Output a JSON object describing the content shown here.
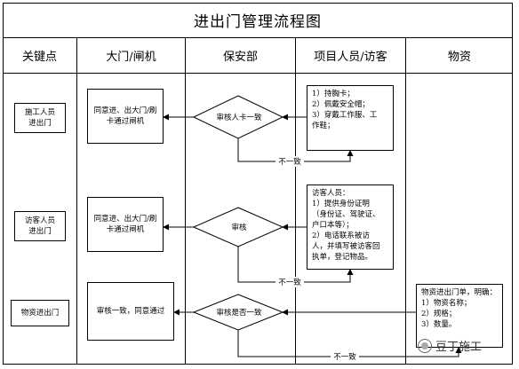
{
  "title": "进出门管理流程图",
  "headers": [
    "关键点",
    "大门/闸机",
    "保安部",
    "项目人员/访客",
    "物资"
  ],
  "key_points": [
    "施工人员\n进出门",
    "访客人员\n进出门",
    "物资进出门"
  ],
  "gate_boxes": [
    "同意进、出大门/刷\n卡通过闸机",
    "同意进、出大门/刷\n卡通过闸机",
    "审核一致，同意通过"
  ],
  "decisions": [
    "审核人卡一致",
    "审核",
    "审核是否一致"
  ],
  "project_notes": [
    "1）持胸卡；\n2）佩戴安全帽；\n3）穿戴工作服、工\n    作鞋；",
    "访客人员：\n1）提供身份证明\n  （身份证、驾驶证、\n    户口本等）；\n2）电话联系被访\n  人，并填写被访客回\n  执单，登记物品。"
  ],
  "material_note": "物资进出门单，明确：\n1）物资名称；\n2）规格；\n3）数量。",
  "reject_label": "不一致",
  "watermark": "豆丁施工"
}
